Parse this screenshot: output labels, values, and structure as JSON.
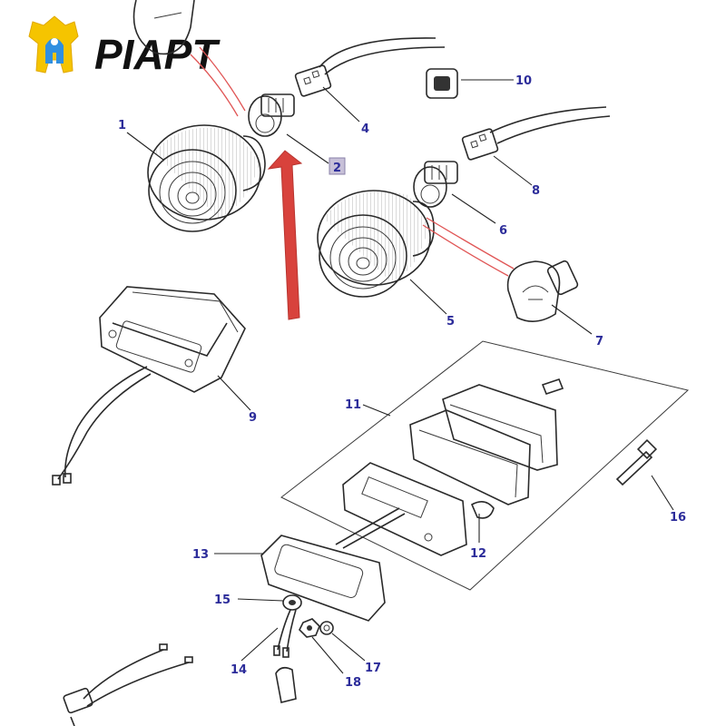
{
  "brand": {
    "name": "PIAPT",
    "text_color": "#111111",
    "logo_color_yellow": "#f5c400",
    "logo_color_blue": "#2f8fe0"
  },
  "colors": {
    "label": "#2c2c9a",
    "arrow": "#d8423c",
    "highlight_box": "#c7c0d8",
    "wire_accent": "#e05555"
  },
  "labels": [
    {
      "id": "1",
      "text": "1"
    },
    {
      "id": "2",
      "text": "2"
    },
    {
      "id": "4",
      "text": "4"
    },
    {
      "id": "5",
      "text": "5"
    },
    {
      "id": "6",
      "text": "6"
    },
    {
      "id": "7",
      "text": "7"
    },
    {
      "id": "8",
      "text": "8"
    },
    {
      "id": "9",
      "text": "9"
    },
    {
      "id": "10",
      "text": "10"
    },
    {
      "id": "11",
      "text": "11"
    },
    {
      "id": "12",
      "text": "12"
    },
    {
      "id": "13",
      "text": "13"
    },
    {
      "id": "14",
      "text": "14"
    },
    {
      "id": "15",
      "text": "15"
    },
    {
      "id": "16",
      "text": "16"
    },
    {
      "id": "17",
      "text": "17"
    },
    {
      "id": "18",
      "text": "18"
    }
  ],
  "highlighted_part": "2"
}
